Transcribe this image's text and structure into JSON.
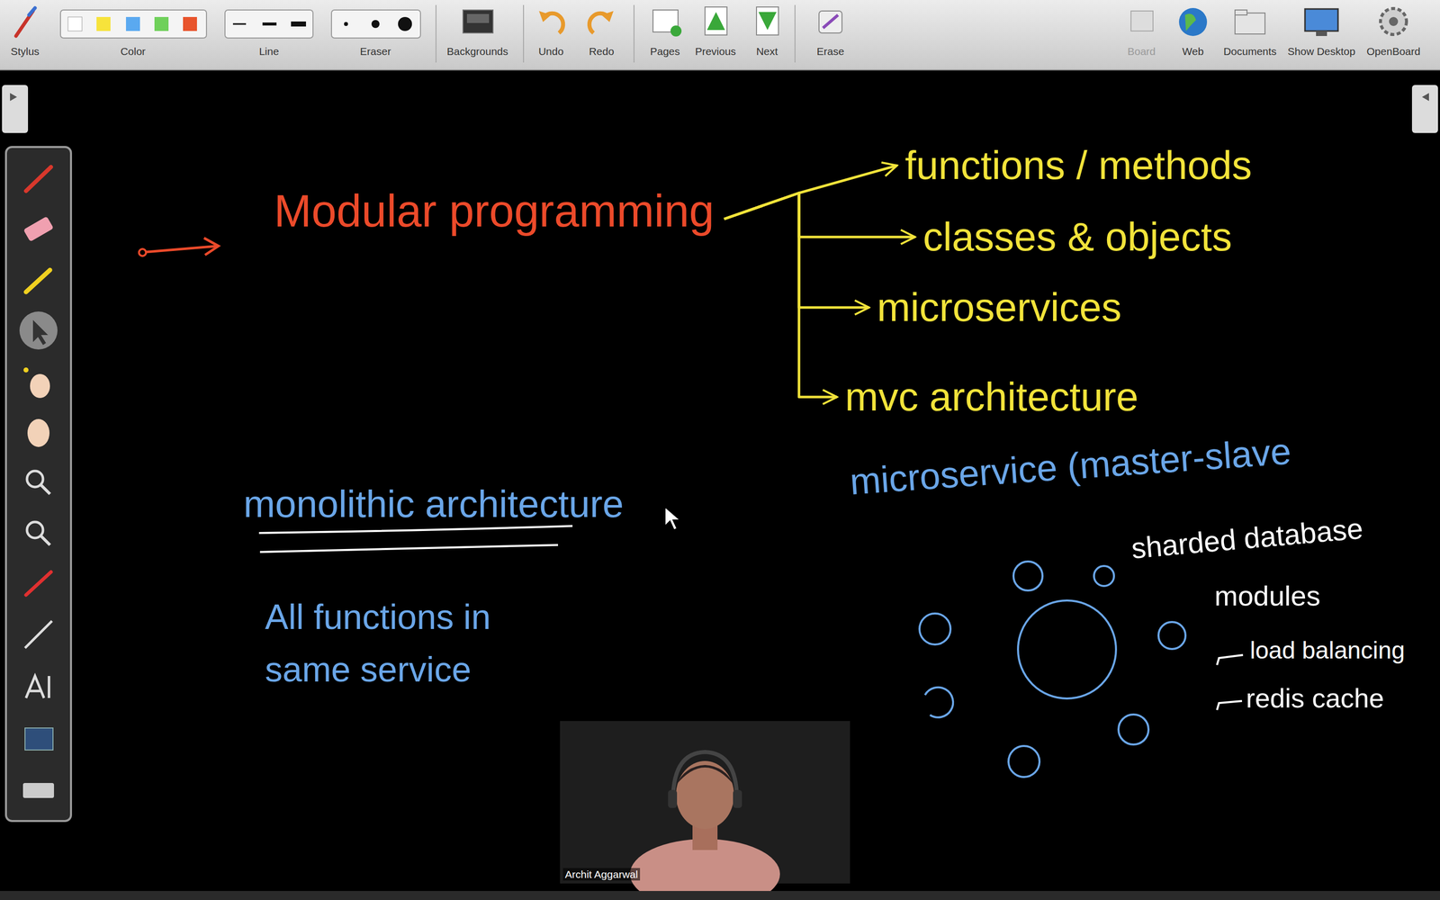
{
  "diagram": {
    "nodes": [
      {
        "text": [
          "Modular programming"
        ]
      },
      {
        "text": [
          "functions / methods"
        ]
      },
      {
        "text": [
          "classes & objects"
        ]
      },
      {
        "text": [
          "microservices"
        ]
      },
      {
        "text": [
          "mvc architecture"
        ]
      }
    ],
    "edges": [
      {
        "from": 0,
        "to": 1,
        "arrow": "to"
      },
      {
        "from": 0,
        "to": 2,
        "arrow": "to"
      },
      {
        "from": 0,
        "to": 3,
        "arrow": "to"
      },
      {
        "from": 0,
        "to": 4,
        "arrow": "to"
      }
    ],
    "labels": [
      "Stylus",
      "Color",
      "Line",
      "Eraser",
      "Backgrounds",
      "Undo",
      "Redo",
      "Pages",
      "Previous",
      "Next",
      "Erase",
      "Board",
      "Web",
      "Documents",
      "Show Desktop",
      "OpenBoard",
      "monolithic architecture",
      "All functions in same service",
      "microservice (master-slave",
      "sharded database",
      "modules",
      "load balancing",
      "redis cache",
      "Archit Aggarwal"
    ]
  }
}
